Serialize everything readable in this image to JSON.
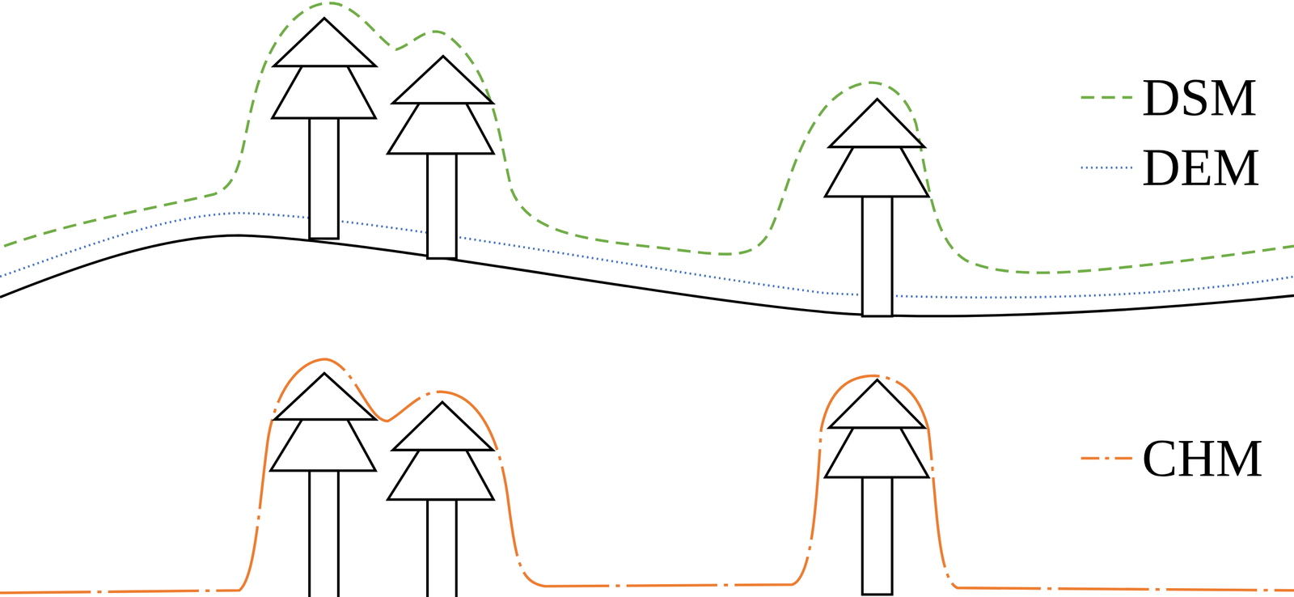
{
  "diagram": {
    "legend": [
      {
        "text": "DSM"
      },
      {
        "text": "DEM"
      },
      {
        "text": "CHM"
      }
    ]
  }
}
